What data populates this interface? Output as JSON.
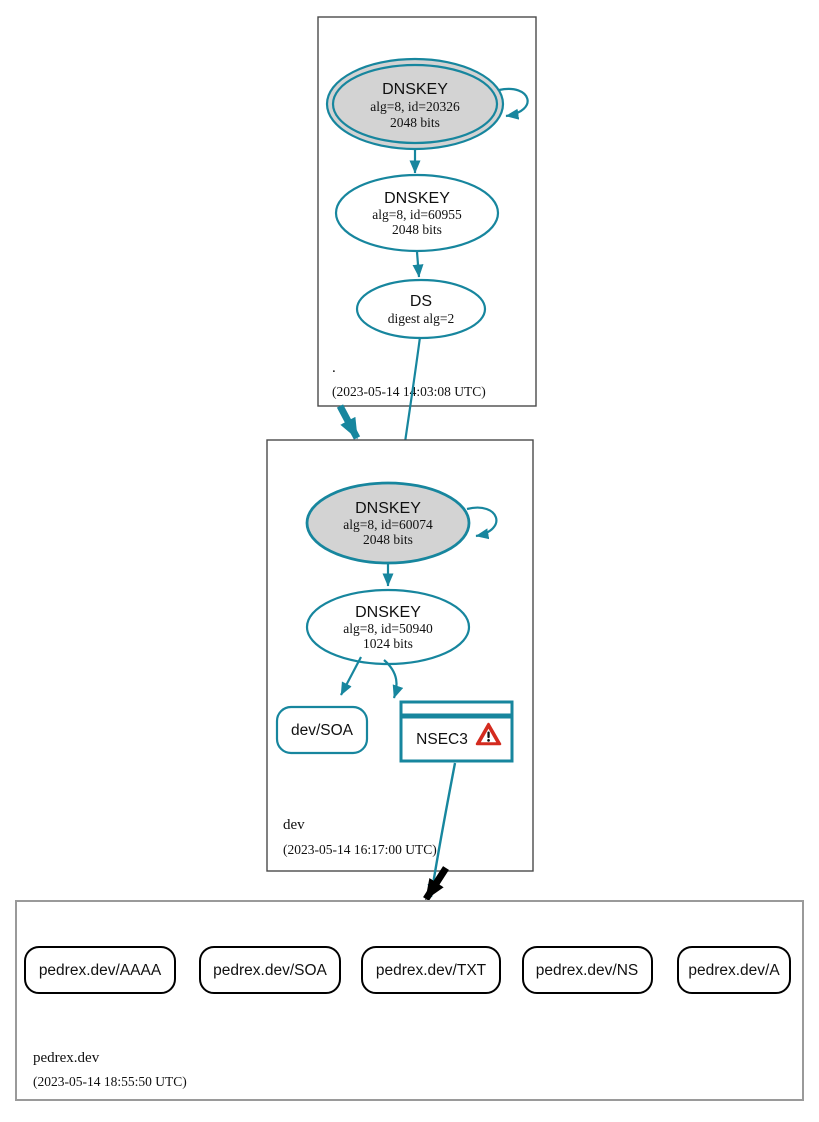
{
  "colors": {
    "teal": "#17869e",
    "node_fill_gray": "#d3d3d3",
    "warning_red": "#d42b1f",
    "rrset_border": "#000000",
    "zone_border": "#4a4a4a",
    "bottom_zone_border": "#9a9a9a"
  },
  "zones": {
    "root": {
      "label": ".",
      "timestamp": "(2023-05-14 14:03:08 UTC)",
      "ksk": {
        "title": "DNSKEY",
        "detail1": "alg=8, id=20326",
        "detail2": "2048 bits"
      },
      "zsk": {
        "title": "DNSKEY",
        "detail1": "alg=8, id=60955",
        "detail2": "2048 bits"
      },
      "ds": {
        "title": "DS",
        "detail1": "digest alg=2"
      }
    },
    "dev": {
      "label": "dev",
      "timestamp": "(2023-05-14 16:17:00 UTC)",
      "ksk": {
        "title": "DNSKEY",
        "detail1": "alg=8, id=60074",
        "detail2": "2048 bits"
      },
      "zsk": {
        "title": "DNSKEY",
        "detail1": "alg=8, id=50940",
        "detail2": "1024 bits"
      },
      "soa": {
        "label": "dev/SOA"
      },
      "nsec3": {
        "label": "NSEC3",
        "warning_icon": "warning-triangle"
      }
    },
    "pedrex": {
      "label": "pedrex.dev",
      "timestamp": "(2023-05-14 18:55:50 UTC)",
      "rrsets": [
        {
          "label": "pedrex.dev/AAAA"
        },
        {
          "label": "pedrex.dev/SOA"
        },
        {
          "label": "pedrex.dev/TXT"
        },
        {
          "label": "pedrex.dev/NS"
        },
        {
          "label": "pedrex.dev/A"
        }
      ]
    }
  }
}
